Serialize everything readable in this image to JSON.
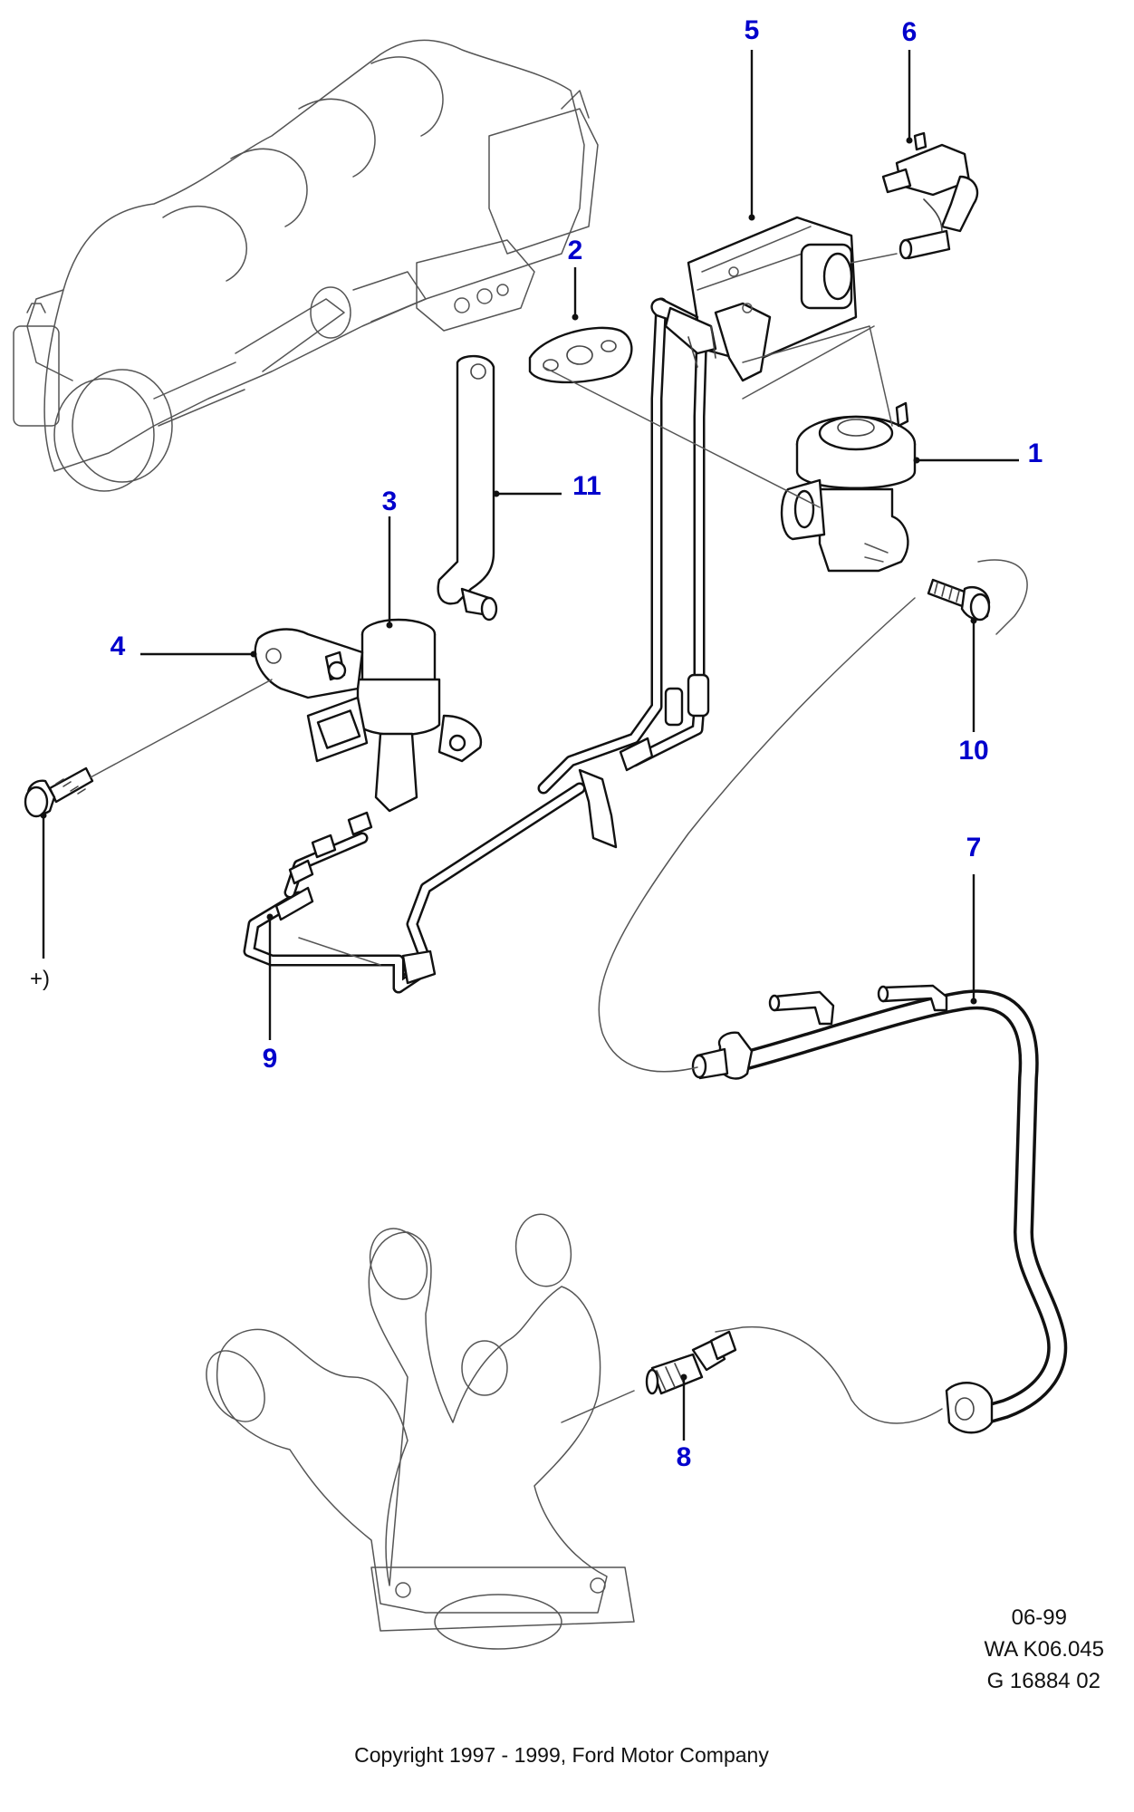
{
  "callouts": [
    {
      "id": "1",
      "label": "1"
    },
    {
      "id": "2",
      "label": "2"
    },
    {
      "id": "3",
      "label": "3"
    },
    {
      "id": "4",
      "label": "4"
    },
    {
      "id": "5",
      "label": "5"
    },
    {
      "id": "6",
      "label": "6"
    },
    {
      "id": "7",
      "label": "7"
    },
    {
      "id": "8",
      "label": "8"
    },
    {
      "id": "9",
      "label": "9"
    },
    {
      "id": "10",
      "label": "10"
    },
    {
      "id": "11",
      "label": "11"
    }
  ],
  "note_marker": "+)",
  "reference": {
    "date": "06-99",
    "code": "WA K06.045",
    "figure": "G 16884 02"
  },
  "copyright": "Copyright 1997 - 1999, Ford Motor Company"
}
